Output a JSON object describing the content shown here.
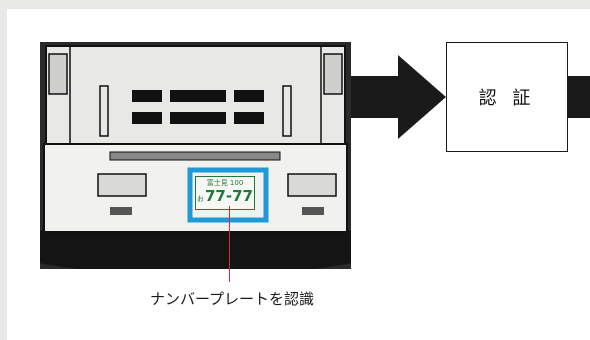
{
  "step_box": {
    "label": "認 証"
  },
  "callout": {
    "label": "ナンバープレートを認識"
  },
  "plate": {
    "top_line": "富士見 100",
    "prefix": "お",
    "number": "77-77"
  },
  "colors": {
    "highlight": "#1e9ad6",
    "leader": "#d8283a",
    "plate_green": "#1f7a3a",
    "arrow": "#1a1a1a"
  }
}
